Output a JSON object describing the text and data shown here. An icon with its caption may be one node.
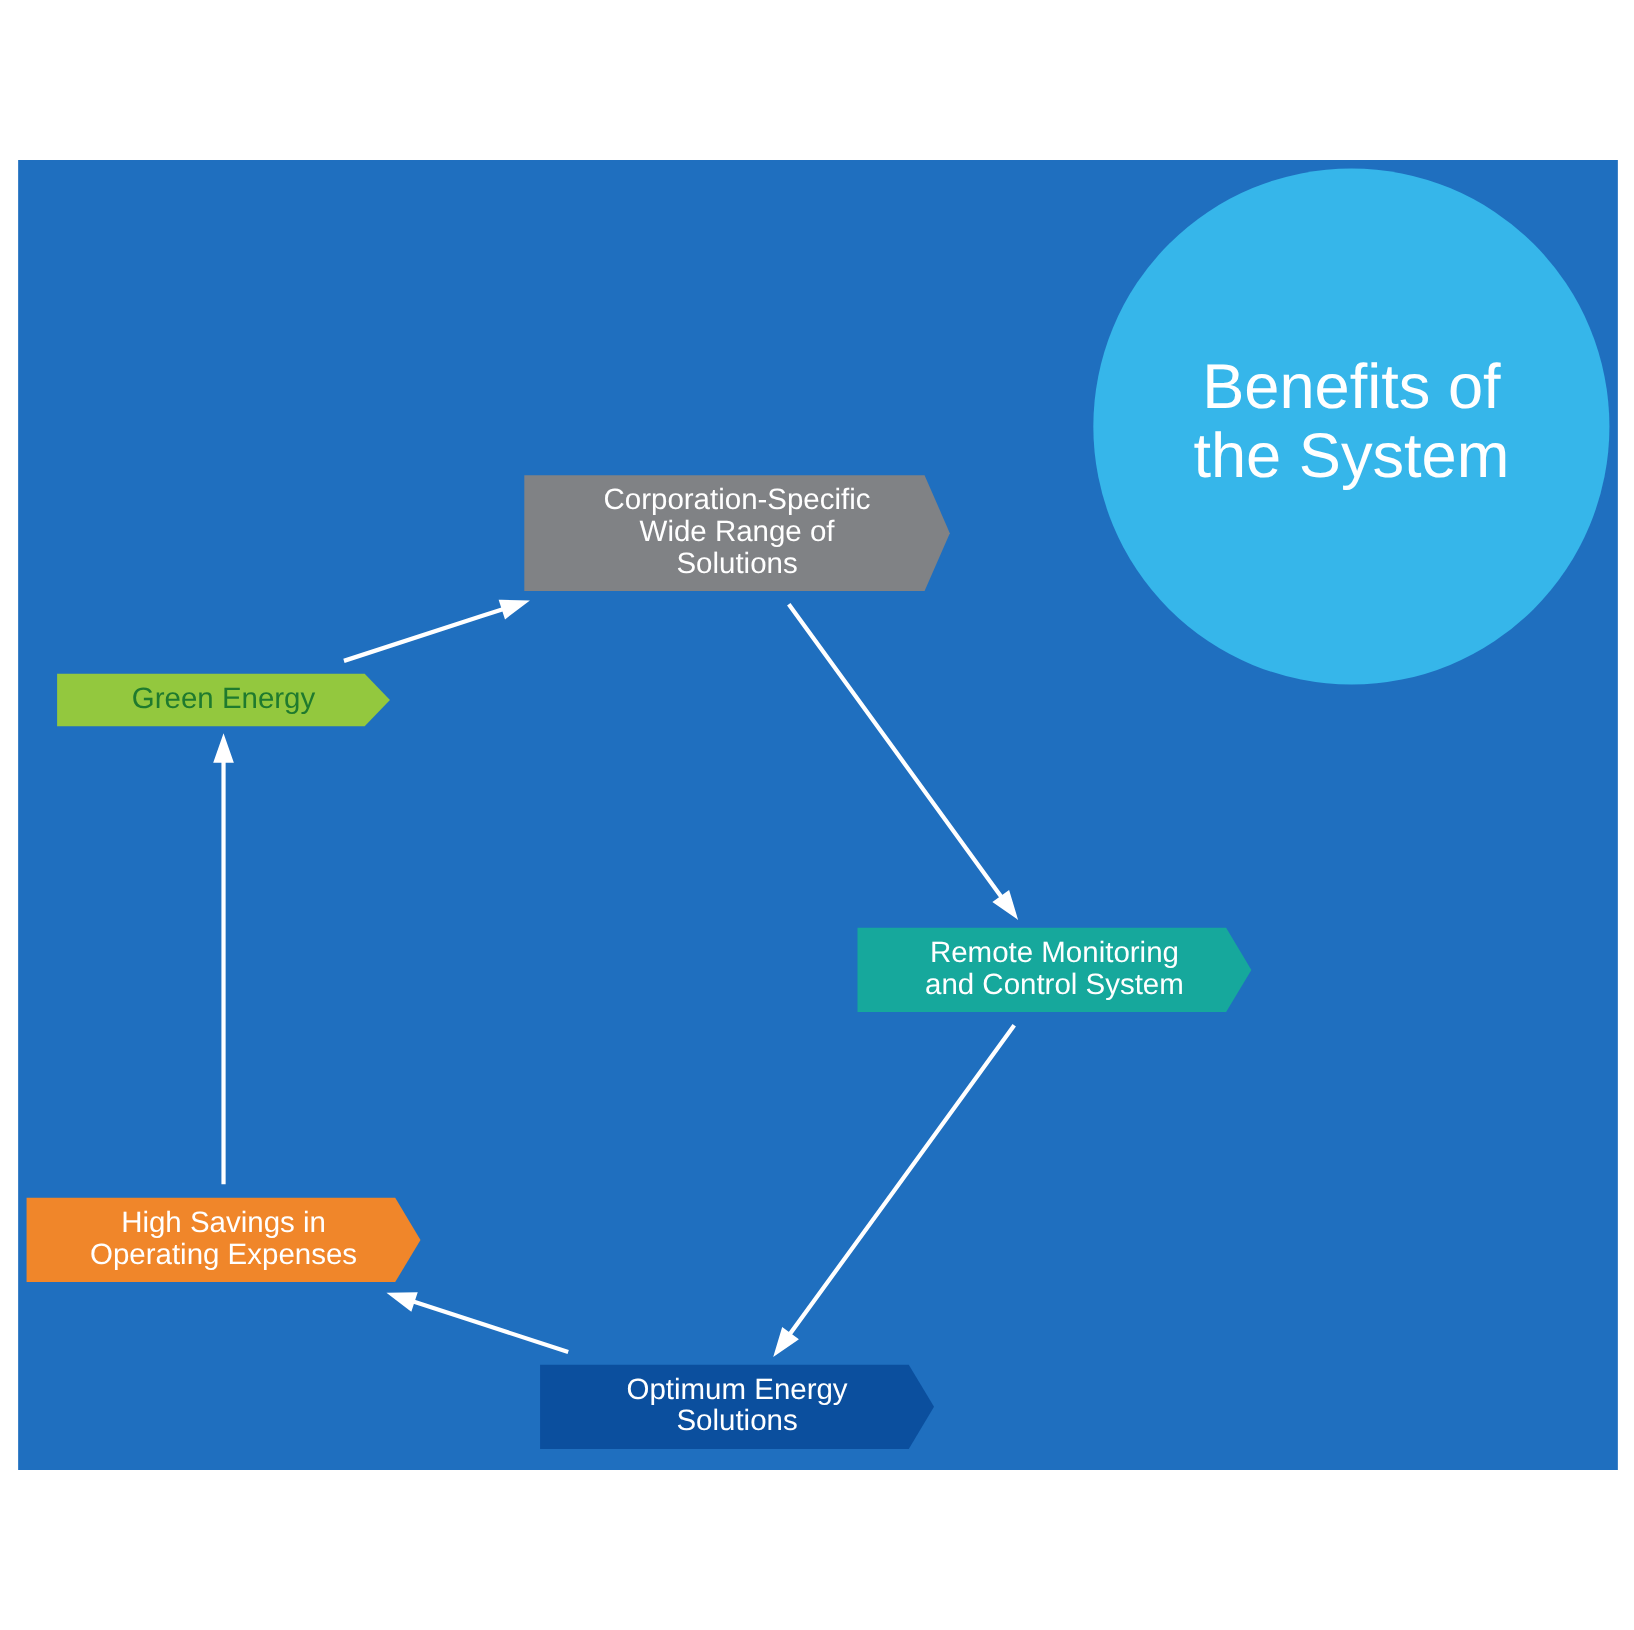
{
  "diagram": {
    "nodes": [
      {
        "text": [
          "Optimum Energy Solutions"
        ]
      },
      {
        "text": [
          "High Savings in Operating Expenses"
        ]
      },
      {
        "text": [
          "Benefits of the System"
        ]
      },
      {
        "text": [
          "Remote Monitoring and Control System"
        ]
      },
      {
        "text": [
          "Green Energy"
        ]
      },
      {
        "text": [
          "Corporation-Specific Wide Range of Solutions"
        ]
      }
    ],
    "edges": [
      {
        "from": 0,
        "to": 1,
        "arrow": "to"
      },
      {
        "from": 1,
        "to": 4,
        "arrow": "to"
      },
      {
        "from": 4,
        "to": 5,
        "arrow": "to"
      },
      {
        "from": 5,
        "to": 3,
        "arrow": "to"
      },
      {
        "from": 3,
        "to": 0,
        "arrow": "to"
      }
    ]
  }
}
